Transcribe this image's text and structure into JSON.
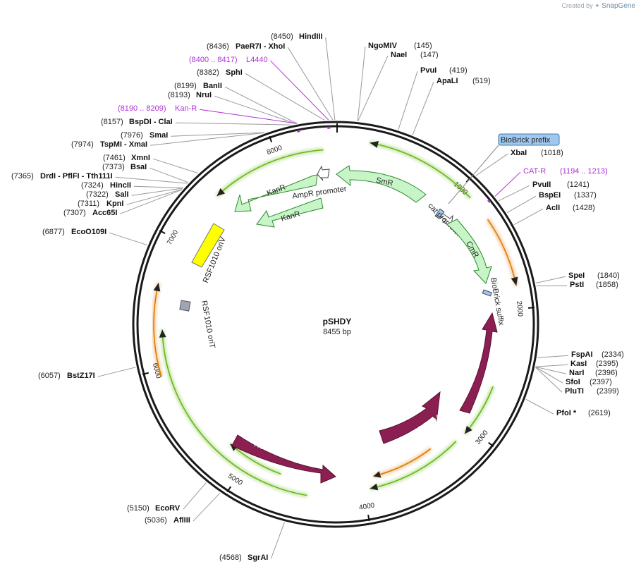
{
  "credit": {
    "prefix": "Created by",
    "brand": "SnapGene"
  },
  "plasmid": {
    "name": "pSHDY",
    "length_label": "8455 bp",
    "length_bp": 8455
  },
  "ticks": [
    {
      "bp": 1000,
      "label": "1000"
    },
    {
      "bp": 2000,
      "label": "2000"
    },
    {
      "bp": 3000,
      "label": "3000"
    },
    {
      "bp": 4000,
      "label": "4000"
    },
    {
      "bp": 5000,
      "label": "5000"
    },
    {
      "bp": 6000,
      "label": "6000"
    },
    {
      "bp": 7000,
      "label": "7000"
    },
    {
      "bp": 8000,
      "label": "8000"
    }
  ],
  "sites": [
    {
      "name": "HindIII",
      "pos": "(8450)",
      "bp": 8450,
      "type": "site"
    },
    {
      "name": "PaeR7I - XhoI",
      "pos": "(8436)",
      "bp": 8436,
      "type": "site"
    },
    {
      "name": "L4440",
      "pos": "(8400 .. 8417)",
      "bp": 8408,
      "type": "primer"
    },
    {
      "name": "SphI",
      "pos": "(8382)",
      "bp": 8382,
      "type": "site"
    },
    {
      "name": "BanII",
      "pos": "(8199)",
      "bp": 8199,
      "type": "site"
    },
    {
      "name": "NruI",
      "pos": "(8193)",
      "bp": 8193,
      "type": "site"
    },
    {
      "name": "Kan-R",
      "pos": "(8190 .. 8209)",
      "bp": 8199,
      "type": "primer"
    },
    {
      "name": "BspDI - ClaI",
      "pos": "(8157)",
      "bp": 8157,
      "type": "site"
    },
    {
      "name": "SmaI",
      "pos": "(7976)",
      "bp": 7976,
      "type": "site"
    },
    {
      "name": "TspMI - XmaI",
      "pos": "(7974)",
      "bp": 7974,
      "type": "site"
    },
    {
      "name": "XmnI",
      "pos": "(7461)",
      "bp": 7461,
      "type": "site"
    },
    {
      "name": "BsaI",
      "pos": "(7373)",
      "bp": 7373,
      "type": "site"
    },
    {
      "name": "DrdI - PflFI - Tth111I",
      "pos": "(7365)",
      "bp": 7365,
      "type": "site"
    },
    {
      "name": "HincII",
      "pos": "(7324)",
      "bp": 7324,
      "type": "site"
    },
    {
      "name": "SalI",
      "pos": "(7322)",
      "bp": 7322,
      "type": "site"
    },
    {
      "name": "KpnI",
      "pos": "(7311)",
      "bp": 7311,
      "type": "site"
    },
    {
      "name": "Acc65I",
      "pos": "(7307)",
      "bp": 7307,
      "type": "site"
    },
    {
      "name": "EcoO109I",
      "pos": "(6877)",
      "bp": 6877,
      "type": "site"
    },
    {
      "name": "BstZ17I",
      "pos": "(6057)",
      "bp": 6057,
      "type": "site"
    },
    {
      "name": "EcoRV",
      "pos": "(5150)",
      "bp": 5150,
      "type": "site"
    },
    {
      "name": "AflIII",
      "pos": "(5036)",
      "bp": 5036,
      "type": "site"
    },
    {
      "name": "SgrAI",
      "pos": "(4568)",
      "bp": 4568,
      "type": "site"
    },
    {
      "name": "NgoMIV",
      "pos": "(145)",
      "bp": 145,
      "type": "site"
    },
    {
      "name": "NaeI",
      "pos": "(147)",
      "bp": 147,
      "type": "site"
    },
    {
      "name": "PvuI",
      "pos": "(419)",
      "bp": 419,
      "type": "site"
    },
    {
      "name": "ApaLI",
      "pos": "(519)",
      "bp": 519,
      "type": "site"
    },
    {
      "name": "XbaI",
      "pos": "(1018)",
      "bp": 1018,
      "type": "site"
    },
    {
      "name": "CAT-R",
      "pos": "(1194 .. 1213)",
      "bp": 1203,
      "type": "primer"
    },
    {
      "name": "PvuII",
      "pos": "(1241)",
      "bp": 1241,
      "type": "site"
    },
    {
      "name": "BspEI",
      "pos": "(1337)",
      "bp": 1337,
      "type": "site"
    },
    {
      "name": "AclI",
      "pos": "(1428)",
      "bp": 1428,
      "type": "site"
    },
    {
      "name": "SpeI",
      "pos": "(1840)",
      "bp": 1840,
      "type": "site"
    },
    {
      "name": "PstI",
      "pos": "(1858)",
      "bp": 1858,
      "type": "site"
    },
    {
      "name": "FspAI",
      "pos": "(2334)",
      "bp": 2334,
      "type": "site"
    },
    {
      "name": "KasI",
      "pos": "(2395)",
      "bp": 2395,
      "type": "site"
    },
    {
      "name": "NarI",
      "pos": "(2396)",
      "bp": 2396,
      "type": "site"
    },
    {
      "name": "SfoI",
      "pos": "(2397)",
      "bp": 2397,
      "type": "site"
    },
    {
      "name": "PluTI",
      "pos": "(2399)",
      "bp": 2399,
      "type": "site"
    },
    {
      "name": "PfoI *",
      "pos": "(2619)",
      "bp": 2619,
      "type": "site"
    }
  ],
  "features": {
    "kanr_outer": "KanR",
    "ampr_promoter": "AmpR promoter",
    "smr": "SmR",
    "kanr_inner": "KanR",
    "cat_promoter": "cat promoter",
    "cmr": "CmR",
    "biobrick_prefix": "BioBrick prefix",
    "biobrick_suffix": "BioBrick suffix",
    "oriv": "RSF1010 oriV",
    "orit": "RSF1010 oriT",
    "repa": "RSF1010 RepA",
    "repb": "RSF1010 RepB",
    "repc": "RSF1010 RepC"
  },
  "colors": {
    "backbone": "#1a1a1a",
    "primer": "#b030d8",
    "resistance_fill": "#c8f5c8",
    "resistance_stroke": "#2a8a2a",
    "rep_fill": "#8b1f52",
    "ori_fill": "#ffff00",
    "orange_arc": "#e07a00",
    "green_arc": "#66b814",
    "prefix_fill": "#9ec8ef"
  }
}
